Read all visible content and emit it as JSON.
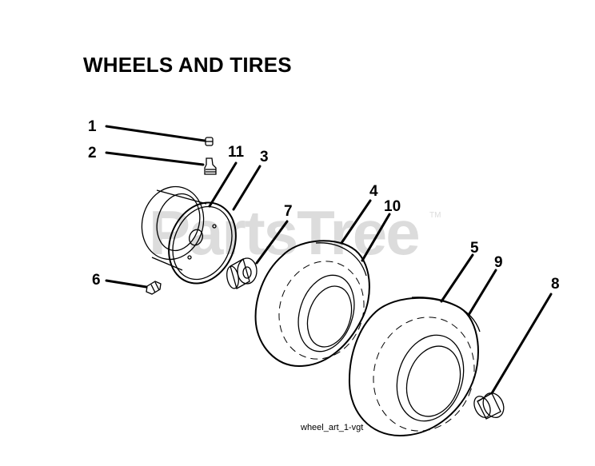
{
  "diagram": {
    "title": "WHEELS AND TIRES",
    "caption": "wheel_art_1-vgt",
    "watermark": "PartsTree",
    "watermark_mark": "TM",
    "callouts": [
      {
        "id": "1",
        "label": "1"
      },
      {
        "id": "2",
        "label": "2"
      },
      {
        "id": "11",
        "label": "11"
      },
      {
        "id": "3",
        "label": "3"
      },
      {
        "id": "7",
        "label": "7"
      },
      {
        "id": "4",
        "label": "4"
      },
      {
        "id": "10",
        "label": "10"
      },
      {
        "id": "6",
        "label": "6"
      },
      {
        "id": "5",
        "label": "5"
      },
      {
        "id": "9",
        "label": "9"
      },
      {
        "id": "8",
        "label": "8"
      }
    ]
  }
}
